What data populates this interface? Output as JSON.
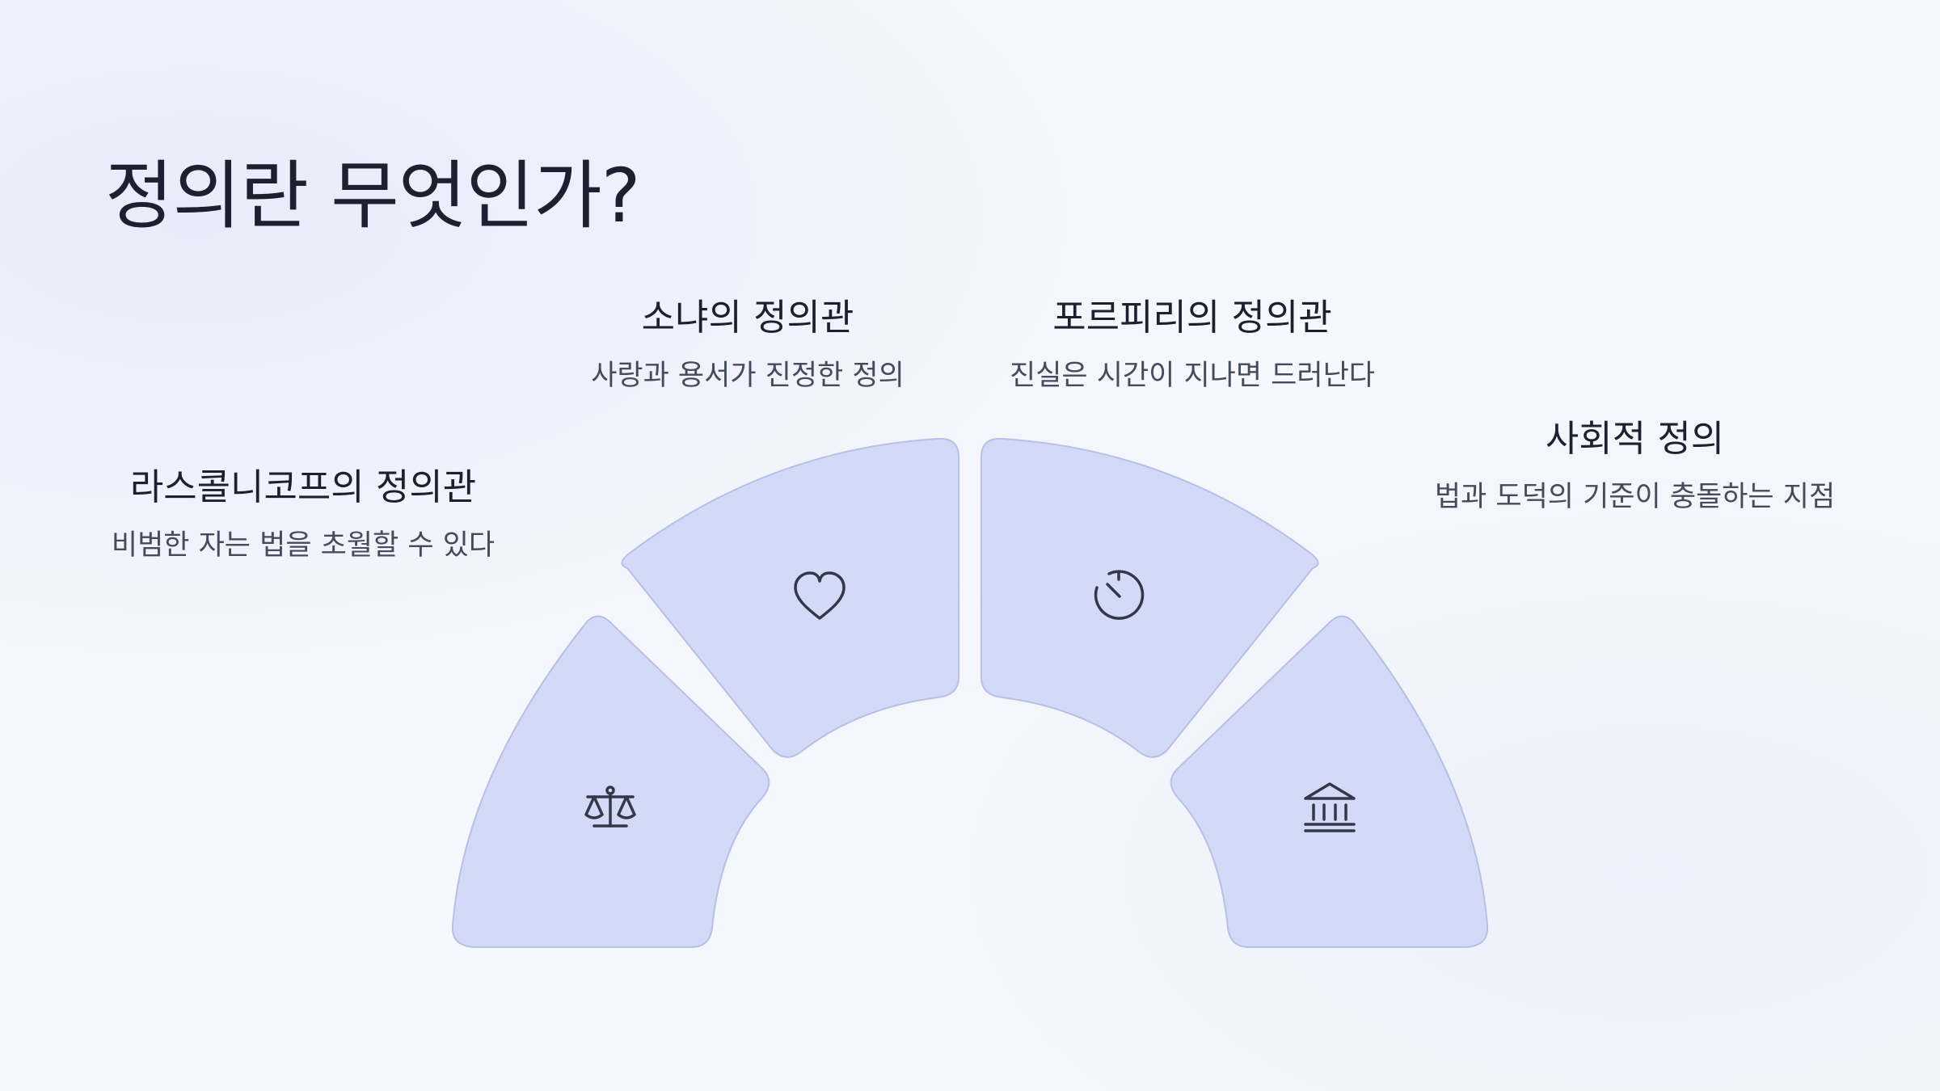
{
  "slide": {
    "title": "정의란 무엇인가?"
  },
  "segments": [
    {
      "id": "raskolnikov",
      "title": "라스콜니코프의 정의관",
      "description": "비범한 자는 법을 초월할 수 있다",
      "icon": "scales-icon"
    },
    {
      "id": "sonya",
      "title": "소냐의 정의관",
      "description": "사랑과 용서가 진정한 정의",
      "icon": "heart-icon"
    },
    {
      "id": "porfiry",
      "title": "포르피리의 정의관",
      "description": "진실은 시간이 지나면 드러난다",
      "icon": "timer-icon"
    },
    {
      "id": "social",
      "title": "사회적 정의",
      "description": "법과 도덕의 기준이 충돌하는 지점",
      "icon": "institution-icon"
    }
  ],
  "colors": {
    "background": "#f7f8fd",
    "segment_fill": "#d3daf7",
    "segment_stroke": "#b6c0e8",
    "text": "#1d2030",
    "icon": "#333749"
  }
}
